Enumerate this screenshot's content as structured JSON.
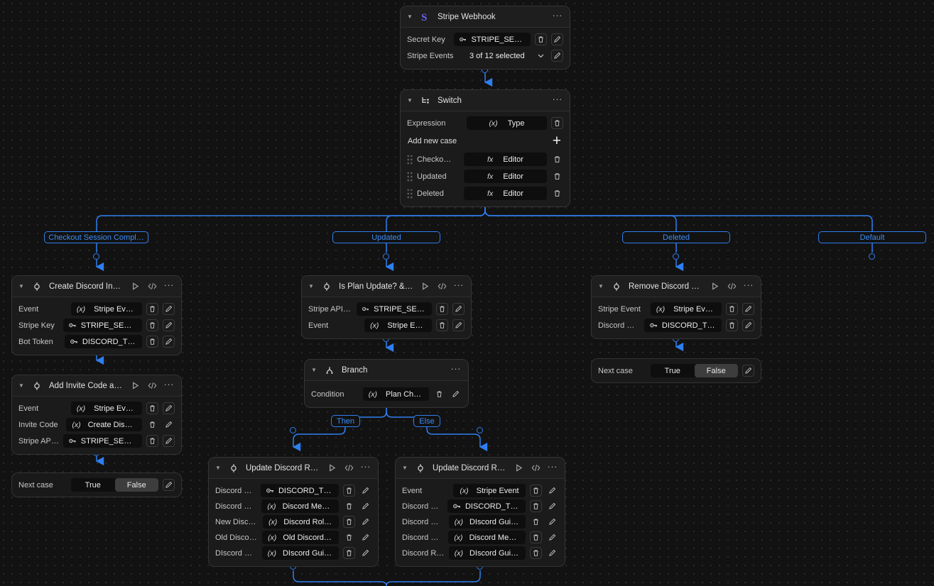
{
  "canvas": {
    "background": "#121212",
    "accent": "#2f7ef0",
    "grid_dot": "#2a2a2a"
  },
  "icons": {
    "caret": "▾",
    "more": "···",
    "run": "play-icon",
    "code": "</>",
    "secret": "key-icon",
    "expression": "(x)",
    "function": "fx",
    "trash": "trash-icon",
    "pencil": "pencil-icon",
    "chevron_down": "chevron-down-icon",
    "plus": "+",
    "grip": "drag-handle-icon"
  },
  "nodes": {
    "stripe_webhook": {
      "title": "Stripe Webhook",
      "icon": "stripe-logo-icon",
      "rows": [
        {
          "label": "Secret Key",
          "token": "key-icon",
          "value": "STRIPE_SECRE…",
          "actions": [
            "trash",
            "pencil"
          ]
        },
        {
          "label": "Stripe Events",
          "token": "",
          "value": "3 of 12 selected",
          "actions": [
            "chevron",
            "pencil"
          ]
        }
      ]
    },
    "switch": {
      "title": "Switch",
      "icon": "switch-icon",
      "expression_label": "Expression",
      "expression_token": "(x)",
      "expression_value": "Type",
      "add_new_case": "Add new case",
      "cases": [
        {
          "label": "Checko…",
          "token": "fx",
          "value": "Editor"
        },
        {
          "label": "Updated",
          "token": "fx",
          "value": "Editor"
        },
        {
          "label": "Deleted",
          "token": "fx",
          "value": "Editor"
        }
      ]
    },
    "create_discord_invite": {
      "title": "Create Discord Invite",
      "icon": "node-icon",
      "rows": [
        {
          "label": "Event",
          "token": "(x)",
          "value": "Stripe Event"
        },
        {
          "label": "Stripe Key",
          "token": "key-icon",
          "value": "STRIPE_SECRE…"
        },
        {
          "label": "Bot Token",
          "token": "key-icon",
          "value": "DISCORD_TEX…"
        }
      ]
    },
    "add_invite_code": {
      "title": "Add Invite Code as …",
      "icon": "node-icon",
      "rows": [
        {
          "label": "Event",
          "token": "(x)",
          "value": "Stripe Event"
        },
        {
          "label": "Invite Code",
          "token": "(x)",
          "value": "Create Discor…"
        },
        {
          "label": "Stripe API Key",
          "token": "key-icon",
          "value": "STRIPE_SECRE…"
        }
      ]
    },
    "is_plan_update": {
      "title": "Is Plan Update? & D…",
      "icon": "node-icon",
      "rows": [
        {
          "label": "Stripe API Key",
          "token": "key-icon",
          "value": "STRIPE_SECRE…"
        },
        {
          "label": "Event",
          "token": "(x)",
          "value": "Stripe Event"
        }
      ]
    },
    "branch": {
      "title": "Branch",
      "icon": "branch-icon",
      "rows": [
        {
          "label": "Condition",
          "token": "(x)",
          "value": "Plan Change"
        }
      ]
    },
    "remove_discord_role": {
      "title": "Remove Discord Role",
      "icon": "node-icon",
      "rows": [
        {
          "label": "Stripe Event",
          "token": "(x)",
          "value": "Stripe Event"
        },
        {
          "label": "Discord Bot …",
          "token": "key-icon",
          "value": "DISCORD_TEX…"
        }
      ]
    },
    "update_discord_role_then": {
      "title": "Update Discord Rol…",
      "icon": "node-icon",
      "rows": [
        {
          "label": "Discord Bot …",
          "token": "key-icon",
          "value": "DISCORD_TEX…"
        },
        {
          "label": "Discord Mem…",
          "token": "(x)",
          "value": "Discord Memb…"
        },
        {
          "label": "New Discord…",
          "token": "(x)",
          "value": "Discord Role ID"
        },
        {
          "label": "Old Discord …",
          "token": "(x)",
          "value": "Old Discord R…"
        },
        {
          "label": "DIscord Guil…",
          "token": "(x)",
          "value": "DIscord Guild ID"
        }
      ]
    },
    "update_discord_role_else": {
      "title": "Update Discord Rol…",
      "icon": "node-icon",
      "rows": [
        {
          "label": "Event",
          "token": "(x)",
          "value": "Stripe Event"
        },
        {
          "label": "Discord Bot …",
          "token": "key-icon",
          "value": "DISCORD_TEX…"
        },
        {
          "label": "Discord Guil…",
          "token": "(x)",
          "value": "DIscord Guild ID"
        },
        {
          "label": "Discord Mem…",
          "token": "(x)",
          "value": "Discord Memb…"
        },
        {
          "label": "Discord Role…",
          "token": "(x)",
          "value": "DIscord Guild ID"
        }
      ]
    }
  },
  "next_case_left": {
    "label": "Next case",
    "options": [
      "True",
      "False"
    ],
    "selected": "False"
  },
  "next_case_right": {
    "label": "Next case",
    "options": [
      "True",
      "False"
    ],
    "selected": "False"
  },
  "switch_branch_labels": [
    "Checkout Session Compl…",
    "Updated",
    "Deleted",
    "Default"
  ],
  "branch_labels": {
    "then": "Then",
    "else": "Else"
  }
}
